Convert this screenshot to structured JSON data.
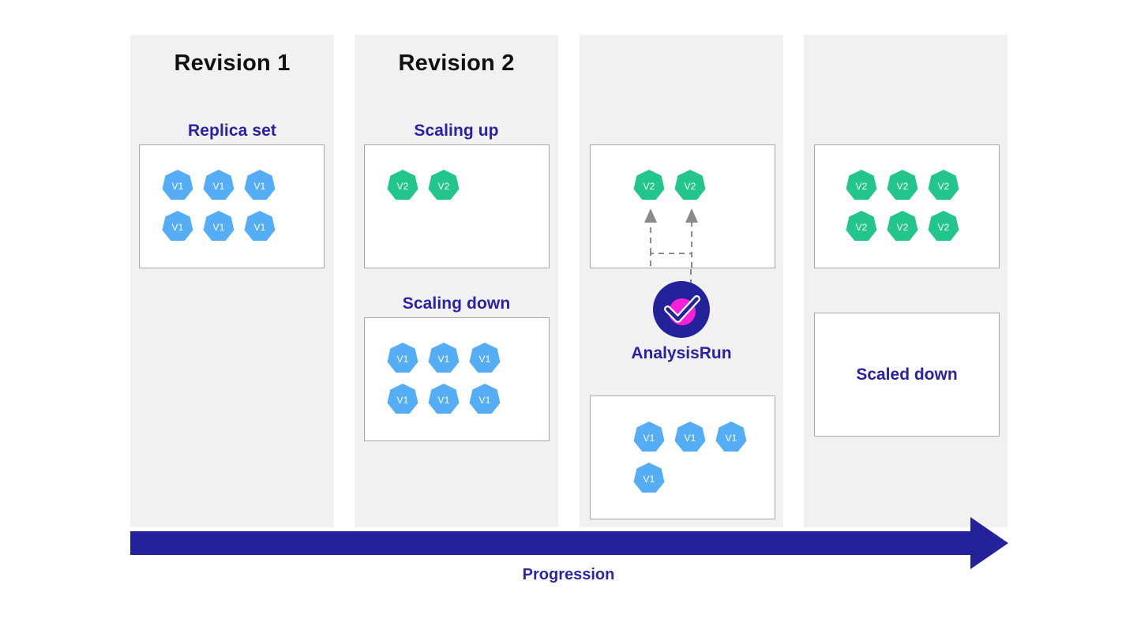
{
  "colors": {
    "column_bg": "#f1f1f1",
    "pod_v1": "#55aef5",
    "pod_v2": "#22c58a",
    "navy": "#2b21a8",
    "navy_deep": "#23229b",
    "magenta": "#f920d8",
    "box_border": "#a8a8a8",
    "arrow_gray": "#8a8a8a",
    "title_black": "#111111"
  },
  "columns": [
    {
      "id": "revision-1",
      "title": "Revision 1",
      "sections": [
        {
          "id": "replica-set",
          "label": "Replica set",
          "type": "pods",
          "pods": [
            "V1",
            "V1",
            "V1",
            "V1",
            "V1",
            "V1"
          ],
          "pod_kind": "v1",
          "cols": 3
        }
      ]
    },
    {
      "id": "revision-2",
      "title": "Revision 2",
      "sections": [
        {
          "id": "scaling-up",
          "label": "Scaling up",
          "type": "pods",
          "pods": [
            "V2",
            "V2"
          ],
          "pod_kind": "v2",
          "cols": 2
        },
        {
          "id": "scaling-down",
          "label": "Scaling down",
          "type": "pods",
          "pods": [
            "V1",
            "V1",
            "V1",
            "V1",
            "V1",
            "V1"
          ],
          "pod_kind": "v1",
          "cols": 3
        }
      ]
    },
    {
      "id": "analysis-column",
      "title": "",
      "sections": [
        {
          "id": "analysis-pods-v2",
          "label": "",
          "type": "pods",
          "pods": [
            "V2",
            "V2"
          ],
          "pod_kind": "v2",
          "cols": 2
        },
        {
          "id": "analysis-run",
          "label": "AnalysisRun",
          "type": "icon",
          "icon": "analysis-run-check-icon"
        },
        {
          "id": "analysis-pods-v1",
          "label": "",
          "type": "pods",
          "pods": [
            "V1",
            "V1",
            "V1",
            "V1"
          ],
          "pod_kind": "v1",
          "cols": 3
        }
      ]
    },
    {
      "id": "final-column",
      "title": "",
      "sections": [
        {
          "id": "final-pods",
          "label": "",
          "type": "pods",
          "pods": [
            "V2",
            "V2",
            "V2",
            "V2",
            "V2",
            "V2"
          ],
          "pod_kind": "v2",
          "cols": 3
        },
        {
          "id": "scaled-down",
          "label": "Scaled down",
          "type": "text"
        }
      ]
    }
  ],
  "progression": {
    "label": "Progression"
  }
}
